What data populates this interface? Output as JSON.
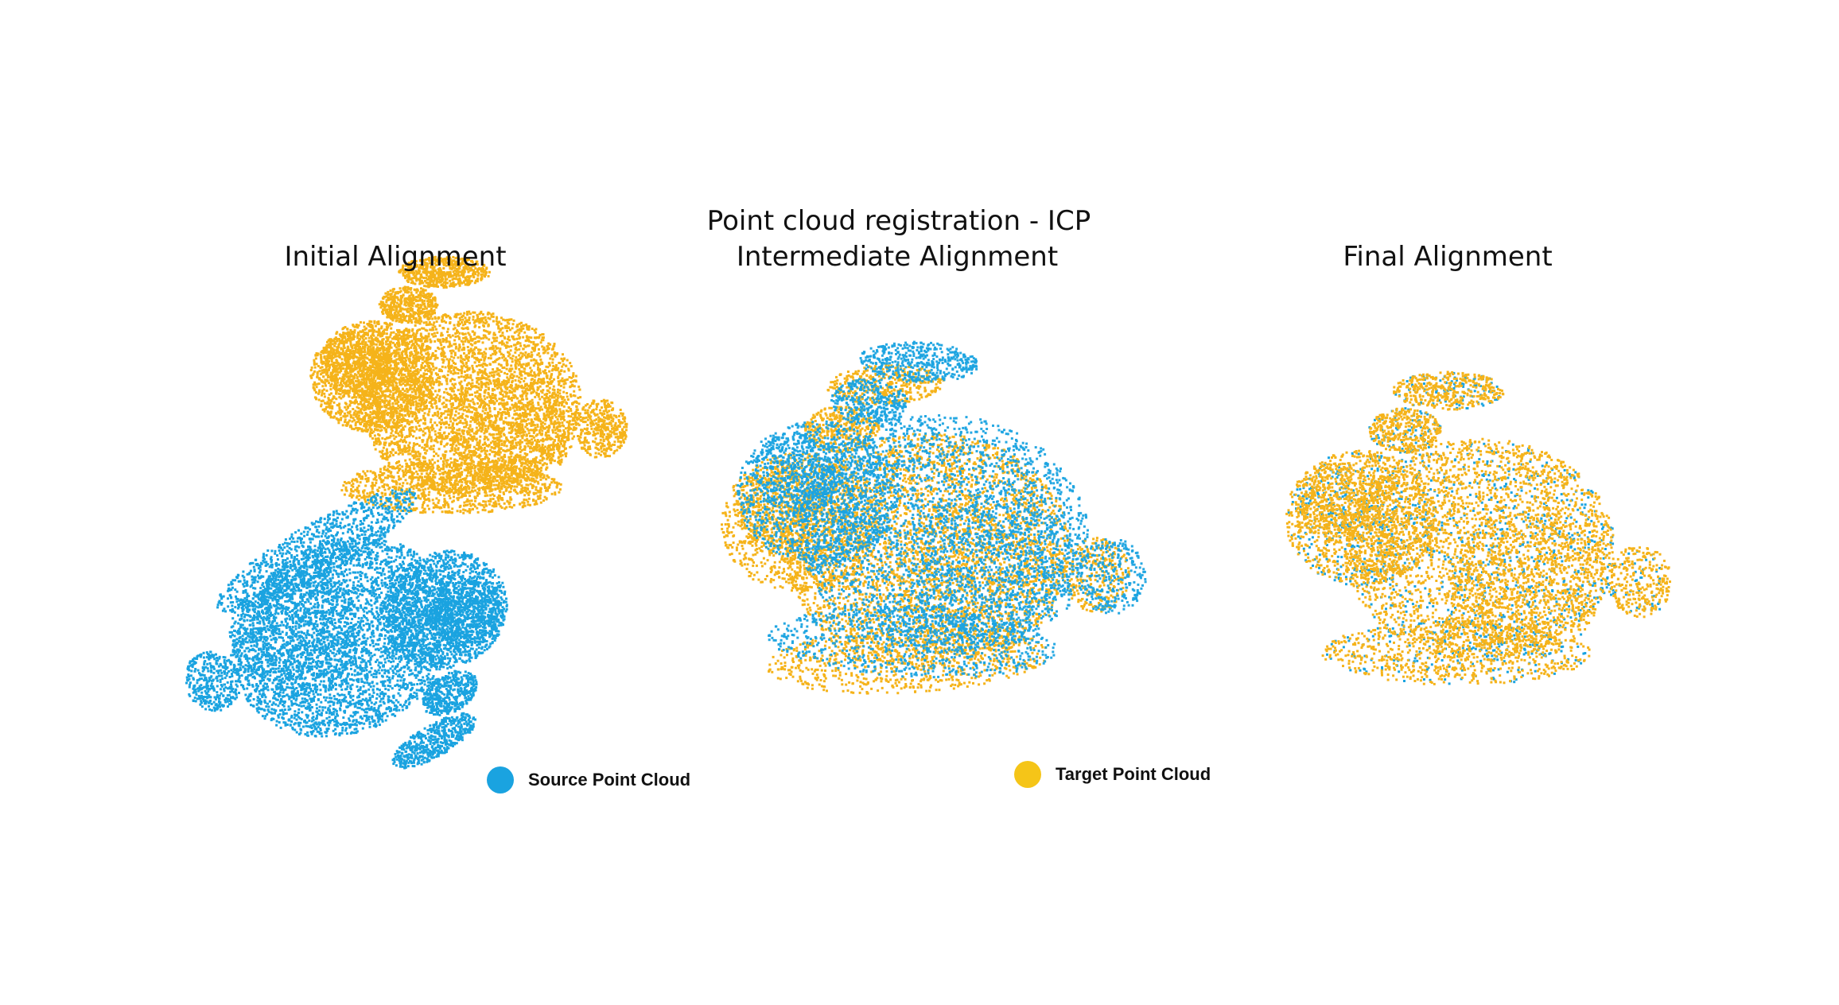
{
  "figure": {
    "main_title": "Point cloud registration - ICP",
    "panels": [
      {
        "title": "Initial Alignment"
      },
      {
        "title": "Intermediate Alignment"
      },
      {
        "title": "Final Alignment"
      }
    ],
    "legend": {
      "source_label": "Source Point Cloud",
      "target_label": "Target Point Cloud"
    }
  },
  "colors": {
    "source": "#1aa3e0",
    "target": "#f5b31a",
    "background": "#ffffff",
    "text": "#111111"
  }
}
